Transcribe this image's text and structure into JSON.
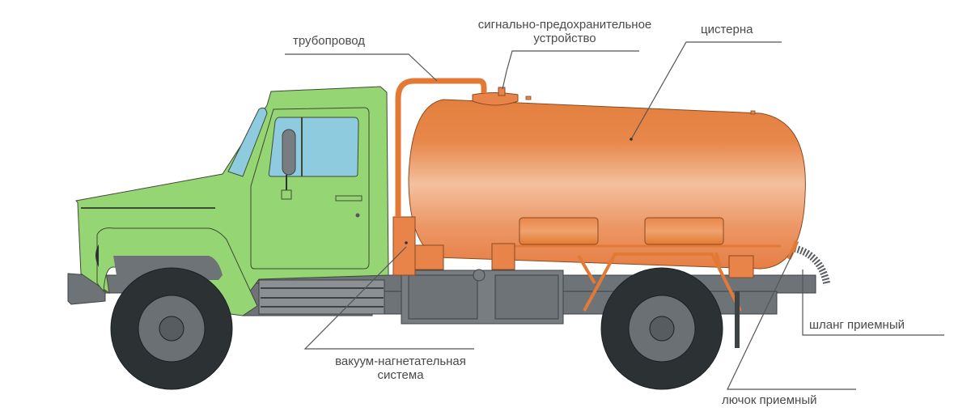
{
  "diagram": {
    "subject": "vacuum tanker truck",
    "colors": {
      "cab": "#96d574",
      "glass": "#8ecbde",
      "tank": "#e8844a",
      "tank_highlight": "#f4c3a0",
      "chassis": "#6e7377",
      "tire": "#2c3134",
      "rim": "#6a7074",
      "hub": "#565c60",
      "leader_line": "#555555",
      "text": "#4a4a4a"
    },
    "labels": {
      "pipeline": "трубопровод",
      "safety_device_line1": "сигнально-предохранительное",
      "safety_device_line2": "устройство",
      "tank": "цистерна",
      "vacuum_system_line1": "вакуум-нагнетательная",
      "vacuum_system_line2": "система",
      "intake_hose": "шланг приемный",
      "intake_hatch": "лючок приемный"
    }
  }
}
